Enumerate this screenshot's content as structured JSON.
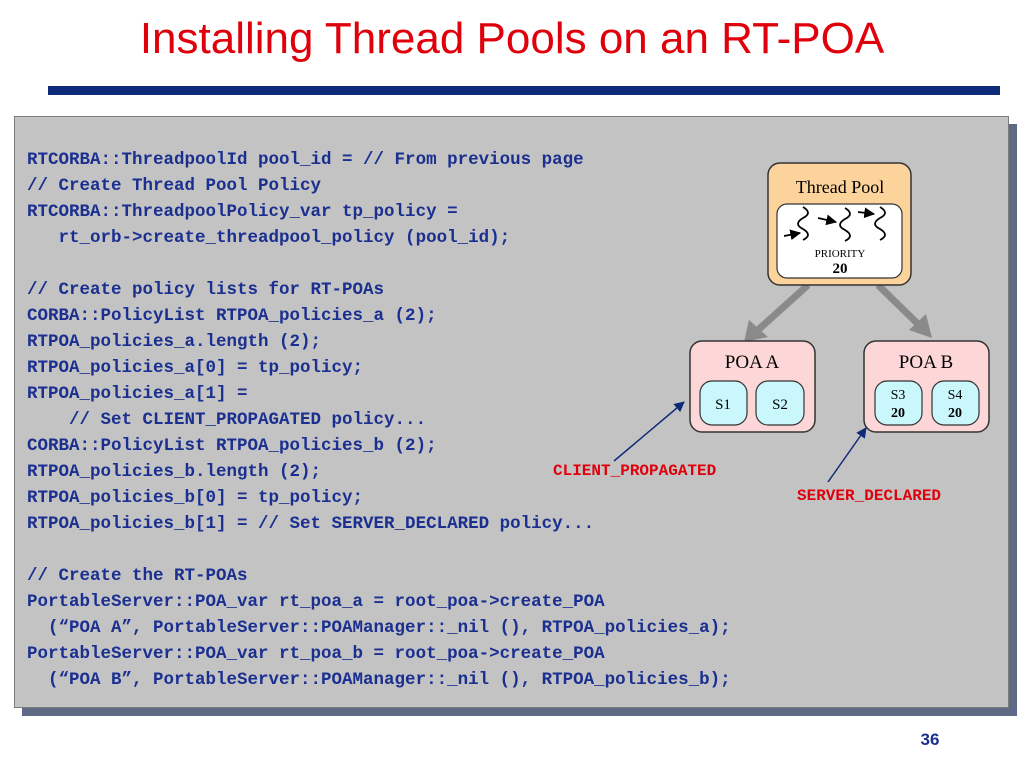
{
  "slide": {
    "title": "Installing Thread Pools on an RT-POA",
    "page_number": "36"
  },
  "code_lines": [
    "RTCORBA::ThreadpoolId pool_id = // From previous page",
    "// Create Thread Pool Policy",
    "RTCORBA::ThreadpoolPolicy_var tp_policy =",
    "   rt_orb->create_threadpool_policy (pool_id);",
    "",
    "// Create policy lists for RT-POAs",
    "CORBA::PolicyList RTPOA_policies_a (2);",
    "RTPOA_policies_a.length (2);",
    "RTPOA_policies_a[0] = tp_policy;",
    "RTPOA_policies_a[1] =",
    "    // Set CLIENT_PROPAGATED policy...",
    "CORBA::PolicyList RTPOA_policies_b (2);",
    "RTPOA_policies_b.length (2);",
    "RTPOA_policies_b[0] = tp_policy;",
    "RTPOA_policies_b[1] = // Set SERVER_DECLARED policy...",
    "",
    "// Create the RT-POAs",
    "PortableServer::POA_var rt_poa_a = root_poa->create_POA",
    "  (“POA A”, PortableServer::POAManager::_nil (), RTPOA_policies_a);",
    "PortableServer::POA_var rt_poa_b = root_poa->create_POA",
    "  (“POA B”, PortableServer::POAManager::_nil (), RTPOA_policies_b);"
  ],
  "diagram": {
    "thread_pool": {
      "label": "Thread Pool",
      "priority_label": "PRIORITY",
      "priority_value": "20"
    },
    "poa_a": {
      "label": "POA  A",
      "servants": [
        "S1",
        "S2"
      ]
    },
    "poa_b": {
      "label": "POA  B",
      "servants": [
        {
          "name": "S3",
          "priority": "20"
        },
        {
          "name": "S4",
          "priority": "20"
        }
      ]
    },
    "annotations": {
      "client_propagated": "CLIENT_PROPAGATED",
      "server_declared": "SERVER_DECLARED"
    }
  },
  "colors": {
    "title": "#e0000c",
    "rule": "#102a7a",
    "code_text": "#1a2f8f",
    "code_panel": "#c3c3c3",
    "thread_pool_fill": "#fcd39b",
    "poa_fill": "#fdd7d7",
    "servant_fill": "#c9f7fb",
    "annotation_text": "#e0000c"
  }
}
